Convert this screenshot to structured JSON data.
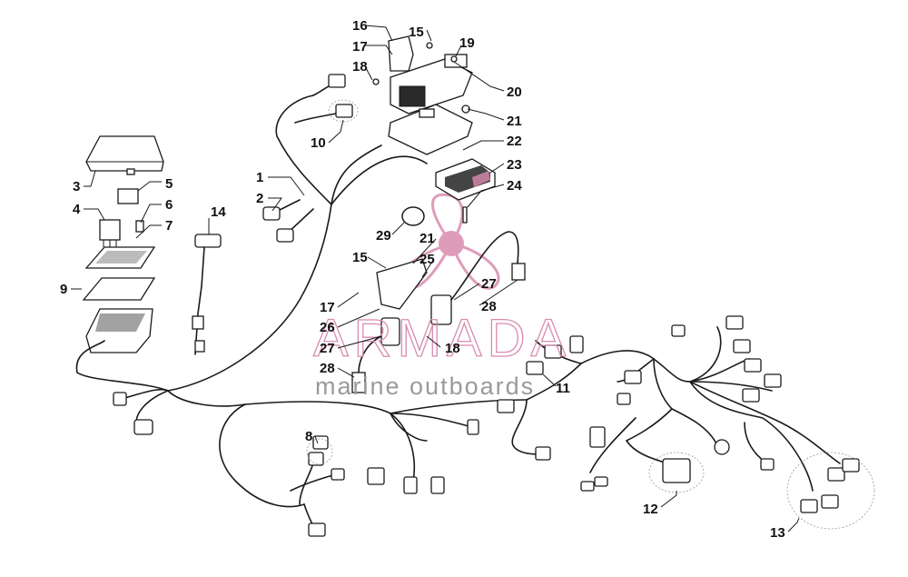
{
  "watermark": {
    "brand": "ARMADA",
    "tagline": "marine outboards",
    "colors": {
      "brand": "#d98bb0",
      "tagline": "#9a9a9a",
      "logo": "#d98bb0"
    }
  },
  "callouts": [
    {
      "id": "1",
      "label": "1"
    },
    {
      "id": "2",
      "label": "2"
    },
    {
      "id": "3",
      "label": "3"
    },
    {
      "id": "4",
      "label": "4"
    },
    {
      "id": "5",
      "label": "5"
    },
    {
      "id": "6",
      "label": "6"
    },
    {
      "id": "7",
      "label": "7"
    },
    {
      "id": "8",
      "label": "8"
    },
    {
      "id": "9",
      "label": "9"
    },
    {
      "id": "10",
      "label": "10"
    },
    {
      "id": "11",
      "label": "11"
    },
    {
      "id": "12",
      "label": "12"
    },
    {
      "id": "13",
      "label": "13"
    },
    {
      "id": "14",
      "label": "14"
    },
    {
      "id": "15a",
      "label": "15"
    },
    {
      "id": "16",
      "label": "16"
    },
    {
      "id": "17a",
      "label": "17"
    },
    {
      "id": "18a",
      "label": "18"
    },
    {
      "id": "19",
      "label": "19"
    },
    {
      "id": "20",
      "label": "20"
    },
    {
      "id": "21a",
      "label": "21"
    },
    {
      "id": "22",
      "label": "22"
    },
    {
      "id": "23",
      "label": "23"
    },
    {
      "id": "24",
      "label": "24"
    },
    {
      "id": "29",
      "label": "29"
    },
    {
      "id": "21b",
      "label": "21"
    },
    {
      "id": "15b",
      "label": "15"
    },
    {
      "id": "25",
      "label": "25"
    },
    {
      "id": "27a",
      "label": "27"
    },
    {
      "id": "28a",
      "label": "28"
    },
    {
      "id": "17b",
      "label": "17"
    },
    {
      "id": "26",
      "label": "26"
    },
    {
      "id": "27b",
      "label": "27"
    },
    {
      "id": "18b",
      "label": "18"
    },
    {
      "id": "28b",
      "label": "28"
    }
  ]
}
